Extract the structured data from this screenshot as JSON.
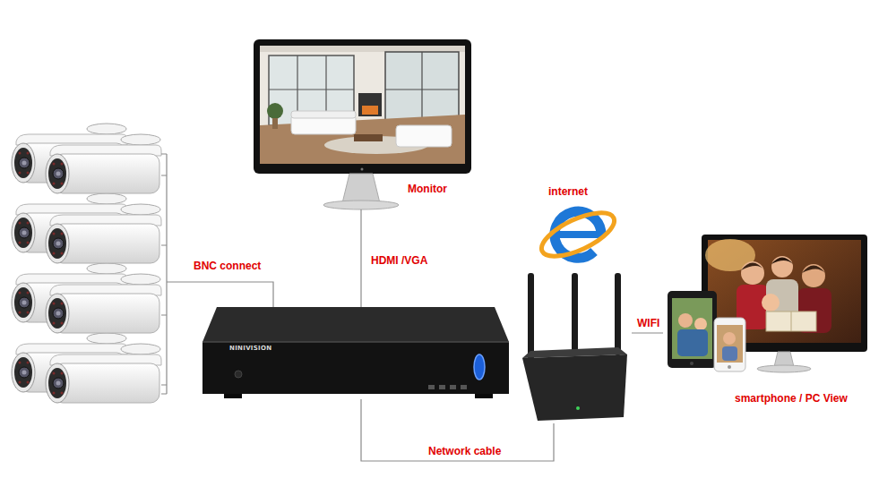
{
  "diagram": {
    "nodes": [
      {
        "text": [
          "Monitor"
        ]
      },
      {
        "text": [
          "NINIVISION"
        ]
      },
      {
        "text": [
          "internet"
        ]
      },
      {
        "text": [
          "smartphone / PC View"
        ]
      }
    ],
    "edges": [
      {
        "from": 1,
        "to": 0,
        "arrow": "none",
        "label": "HDMI /VGA"
      },
      {
        "from": 1,
        "to": 2,
        "arrow": "none",
        "label": "Network cable"
      },
      {
        "from": 2,
        "to": 3,
        "arrow": "none",
        "label": "WIFI"
      }
    ],
    "labels": [
      "BNC connect"
    ]
  }
}
